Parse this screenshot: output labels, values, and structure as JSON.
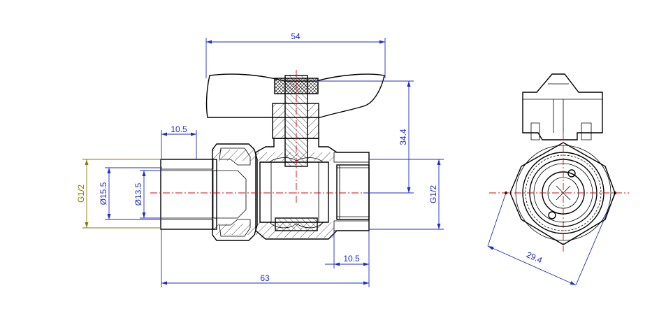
{
  "dimensions": {
    "handle_width": "54",
    "thread_length_left": "10.5",
    "handle_height": "34.4",
    "thread_left": "G1/2",
    "diameter_outer": "Ø15.5",
    "diameter_inner": "Ø13.5",
    "thread_right": "G1/2",
    "thread_length_right": "10.5",
    "overall_length": "63",
    "hex_width": "29.4"
  },
  "colors": {
    "dimension_lines": "#1c2bd0",
    "thread_dimension": "#8a7a00",
    "centerline": "#e00000",
    "outline": "#000000"
  }
}
